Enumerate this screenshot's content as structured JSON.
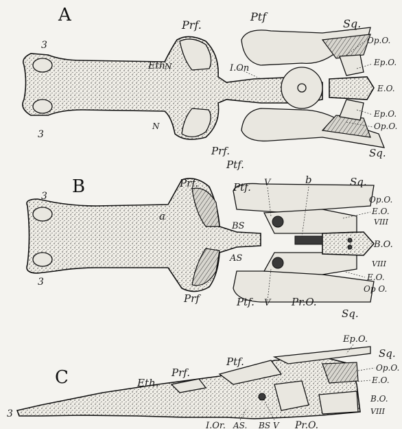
{
  "panels": {
    "A": {
      "letter": "A",
      "labels": {
        "prf_top": "Prf.",
        "ptf_top": "Ptf",
        "sq_top": "Sq.",
        "eth": "Eth",
        "n_top": "N",
        "ion": "I.On",
        "opo_top": "Op.O.",
        "epo_top": "Ep.O.",
        "eo": "E.O.",
        "epo_bottom": "Ep.O.",
        "opo_bottom": "Op.O.",
        "n_bottom": "N",
        "prf_bottom": "Prf.",
        "ptf_bottom": "Ptf.",
        "sq_bottom": "Sq.",
        "three_top": "3",
        "three_bottom": "3"
      }
    },
    "B": {
      "letter": "B",
      "labels": {
        "three_top": "3",
        "three_bottom": "3",
        "prf_top": "Prf.",
        "ptf_top": "Ptf.",
        "v_top": "V",
        "b": "b",
        "sq_top": "Sq.",
        "a": "a",
        "opo_top": "Op.O.",
        "eo_top": "E.O.",
        "viii_top": "VIII",
        "bs": "BS",
        "bo": "B.O.",
        "as": "AS",
        "viii_bottom": "VIII",
        "eo_bottom": "E.O.",
        "opo_bottom": "Op O.",
        "prf_bottom": "Prf",
        "ptf_bottom": "Ptf.",
        "v_bottom": "V",
        "pro": "Pr.O.",
        "sq_bottom": "Sq."
      }
    },
    "C": {
      "letter": "C",
      "labels": {
        "epo": "Ep.O.",
        "sq": "Sq.",
        "opo": "Op.O.",
        "eo": "E.O.",
        "bo": "B.O.",
        "viii": "VIII",
        "ptf": "Ptf.",
        "prf": "Prf.",
        "eth": "Eth.",
        "three": "3",
        "ior": "I.Or.",
        "as": "AS.",
        "bs": "BS",
        "v": "V",
        "pro": "Pr.O."
      }
    }
  }
}
